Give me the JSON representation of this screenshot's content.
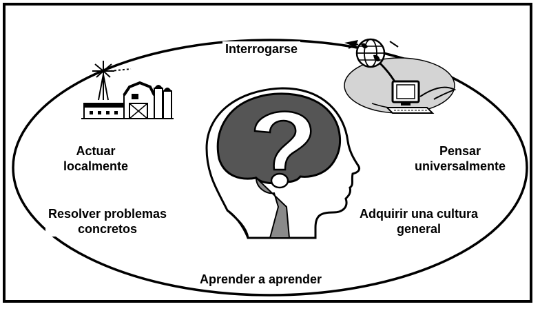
{
  "labels": {
    "top": "Interrogarse",
    "left_upper": [
      "Actuar",
      "localmente"
    ],
    "left_lower": [
      "Resolver problemas",
      "concretos"
    ],
    "right_upper": [
      "Pensar",
      "universalmente"
    ],
    "right_lower": [
      "Adquirir una cultura",
      "general"
    ],
    "bottom": "Aprender a aprender"
  },
  "icons": {
    "center": "head-with-question-mark-icon",
    "top_left": "farm-windmill-barn-icon",
    "top_right": "globe-computer-network-icon"
  }
}
